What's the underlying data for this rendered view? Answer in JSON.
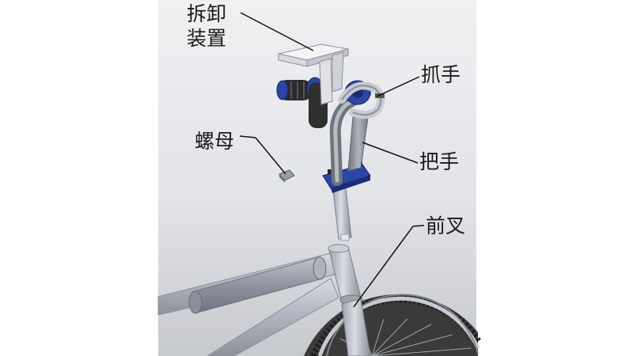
{
  "labels": {
    "remover_line1": "拆卸",
    "remover_line2": "装置",
    "gripper": "抓手",
    "handle": "把手",
    "nut": "螺母",
    "front_fork": "前叉"
  },
  "colors": {
    "background_top": "#ececee",
    "background_bottom": "#c9ccd1",
    "frame_tube": "#b8bcc5",
    "fork_blue": "#2c45a6",
    "grip_dark": "#2b2b2b",
    "handlebar_gray": "#8c8f96",
    "tire": "#2c2c2c"
  }
}
